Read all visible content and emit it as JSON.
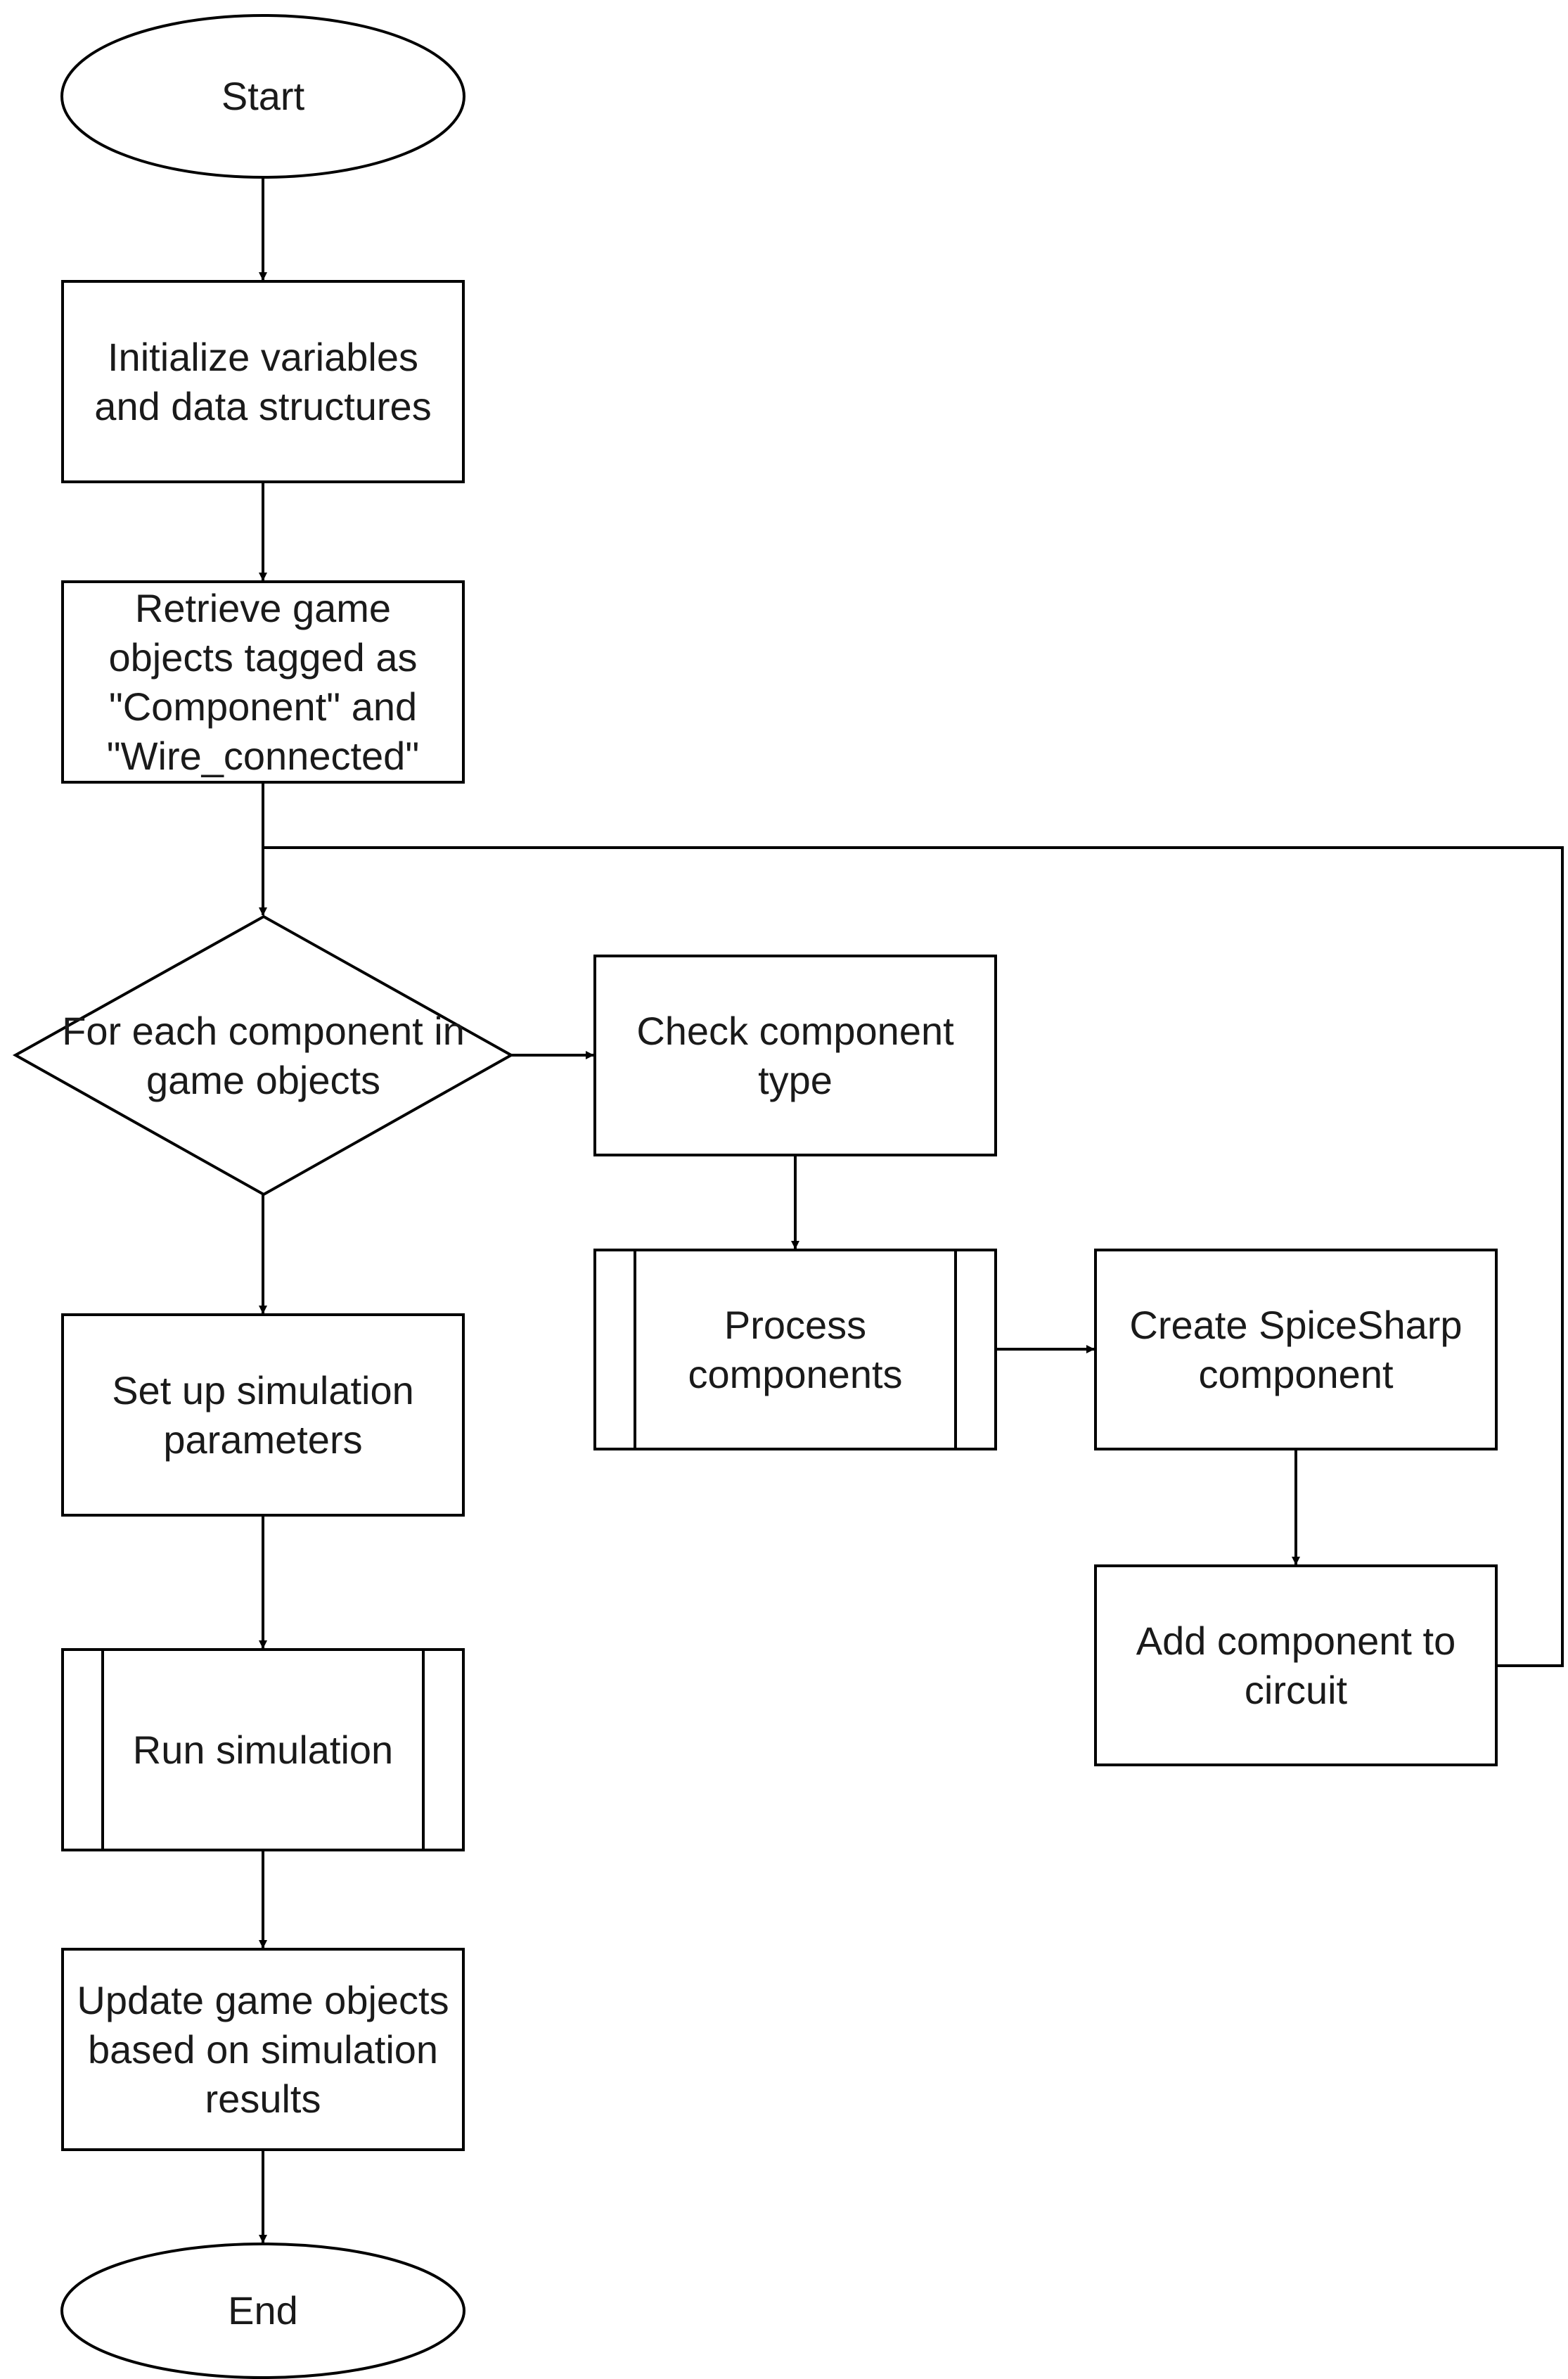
{
  "flowchart": {
    "start": {
      "label": "Start"
    },
    "initialize": {
      "label": "Initialize variables\nand data structures"
    },
    "retrieve": {
      "label": "Retrieve game\nobjects tagged as\n\"Component\" and\n\"Wire_connected\""
    },
    "for_each": {
      "label": "For each component in\ngame objects"
    },
    "check_type": {
      "label": "Check component\ntype"
    },
    "process": {
      "label": "Process\ncomponents"
    },
    "create": {
      "label": "Create SpiceSharp\ncomponent"
    },
    "add_component": {
      "label": "Add component to\ncircuit"
    },
    "setup": {
      "label": "Set up simulation\nparameters"
    },
    "run": {
      "label": "Run simulation"
    },
    "update": {
      "label": "Update game objects\nbased on simulation\nresults"
    },
    "end": {
      "label": "End"
    }
  }
}
